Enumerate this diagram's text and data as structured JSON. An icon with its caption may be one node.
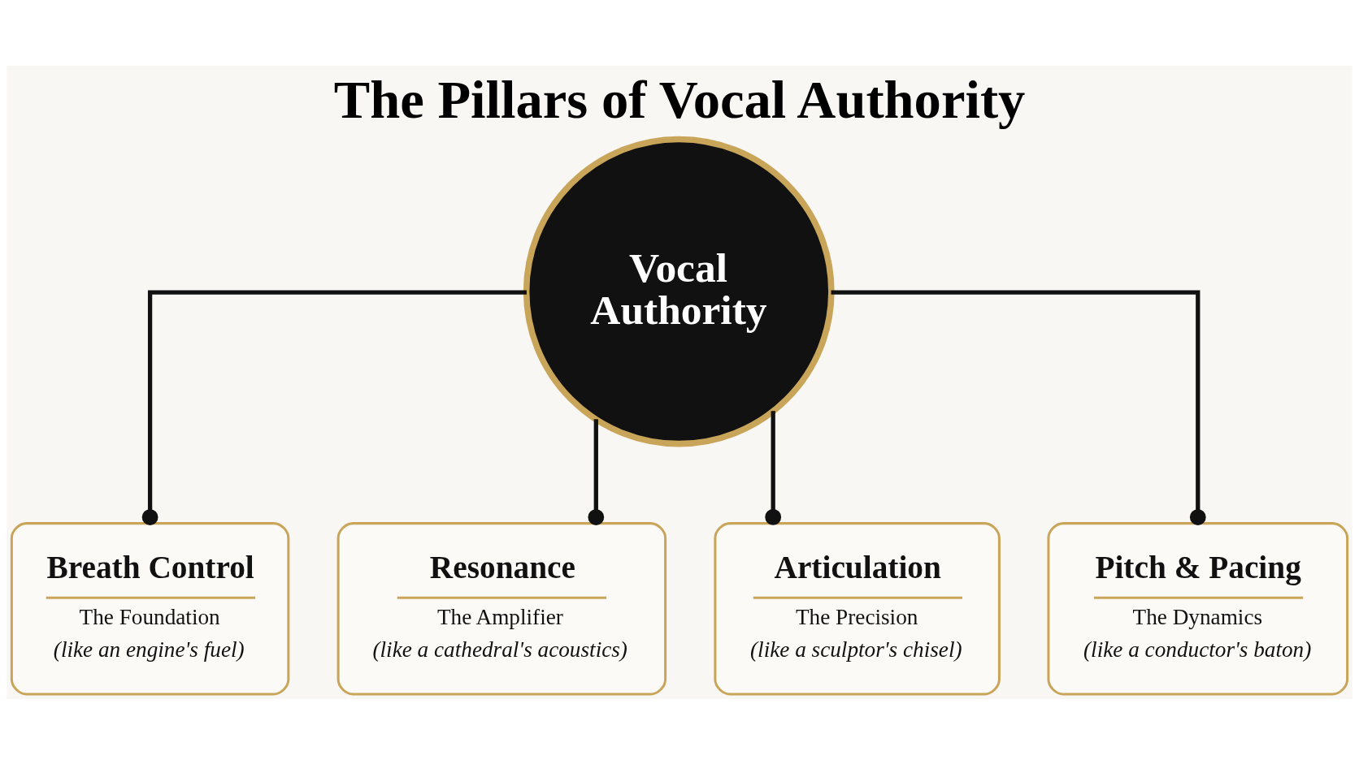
{
  "diagram": {
    "title": "The Pillars of Vocal Authority",
    "nodes": [
      {
        "text": [
          "Vocal Authority"
        ]
      },
      {
        "text": [
          "Breath Control",
          "The Foundation",
          "(like an engine's fuel)"
        ]
      },
      {
        "text": [
          "Resonance",
          "The Amplifier",
          "(like a cathedral's acoustics)"
        ]
      },
      {
        "text": [
          "Articulation",
          "The Precision",
          "(like a sculptor's chisel)"
        ]
      },
      {
        "text": [
          "Pitch & Pacing",
          "The Dynamics",
          "(like a conductor's baton)"
        ]
      }
    ],
    "edges": [
      {
        "from": 0,
        "to": 1,
        "arrow": "other"
      },
      {
        "from": 0,
        "to": 2,
        "arrow": "other"
      },
      {
        "from": 0,
        "to": 3,
        "arrow": "other"
      },
      {
        "from": 0,
        "to": 4,
        "arrow": "other"
      }
    ]
  }
}
